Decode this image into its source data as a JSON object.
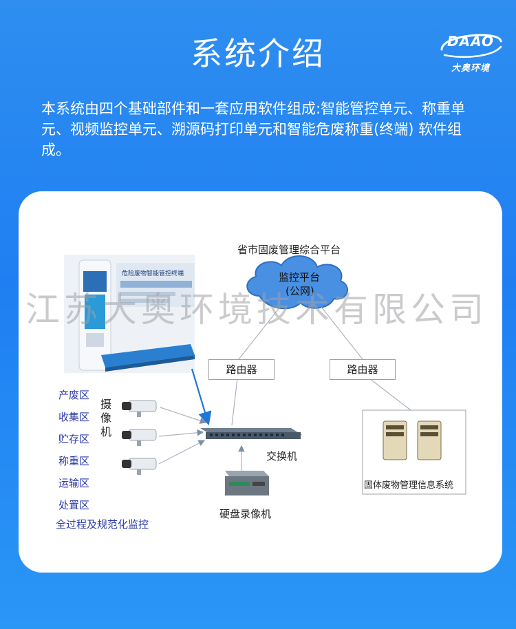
{
  "page": {
    "title": "系统介绍",
    "intro": "本系统由四个基础部件和一套应用软件组成:智能管控单元、称重单元、视频监控单元、溯源码打印单元和智能危废称重(终端) 软件组成。"
  },
  "logo": {
    "name": "DAAO",
    "subtitle": "大奥环境"
  },
  "diagram": {
    "platform_title": "省市固废管理综合平台",
    "cloud_line1": "监控平台",
    "cloud_line2": "(公网)",
    "router_left": "路由器",
    "router_right": "路由器",
    "switch_label": "交换机",
    "camera_label": "摄像机",
    "recorder_label": "硬盘录像机",
    "system_label": "固体废物管理信息系统",
    "kiosk_title": "危险废物智能管控终端",
    "zones": [
      "产废区",
      "收集区",
      "贮存区",
      "称重区",
      "运输区",
      "处置区",
      "全过程及规范化监控"
    ]
  },
  "watermark": "江苏大奥环境技术有限公司",
  "colors": {
    "background": "#2a8cf0",
    "card": "#ffffff",
    "zone_text": "#2a3aa8",
    "arrow_blue": "#1f77d6"
  }
}
